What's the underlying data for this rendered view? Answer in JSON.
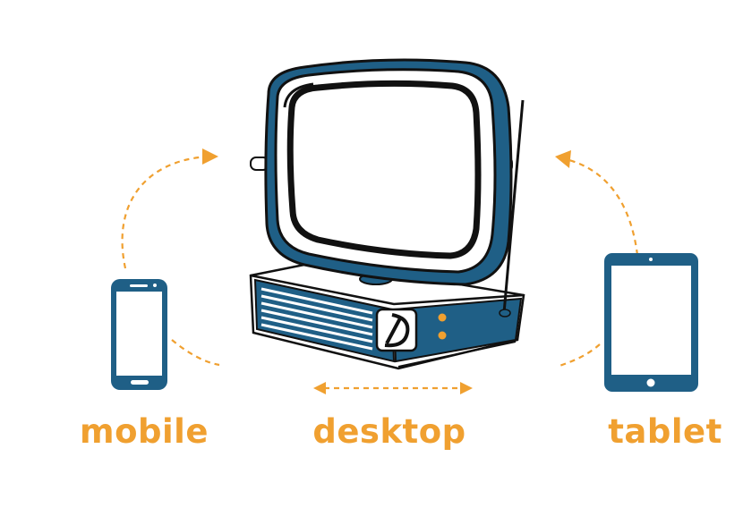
{
  "labels": {
    "mobile": "mobile",
    "desktop": "desktop",
    "tablet": "tablet"
  },
  "colors": {
    "accent": "#f0a030",
    "device_blue": "#1f5f86",
    "outline": "#111111"
  },
  "icons": [
    "tv-icon",
    "smartphone-icon",
    "tablet-icon",
    "arrow-icon"
  ]
}
